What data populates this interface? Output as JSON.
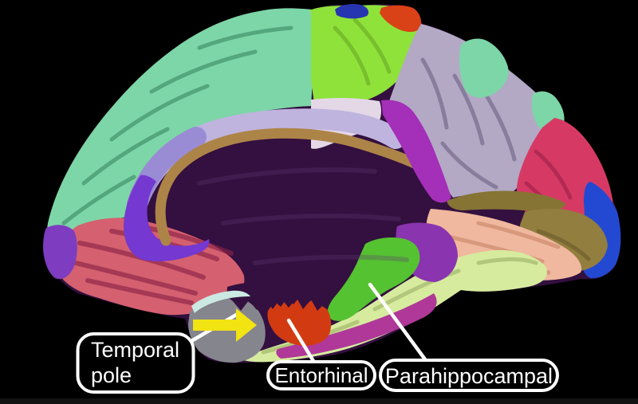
{
  "labels": {
    "temporal_pole": {
      "line1": "Temporal",
      "line2": "pole"
    },
    "entorhinal": "Entorhinal",
    "parahippocampal": "Parahippocampal"
  },
  "colors": {
    "background": "#000000",
    "bottom_bar": "#121212",
    "core_dark_purple": "#33103f",
    "mint": "#7dd6a7",
    "bright_green": "#8fe23a",
    "top_blue": "#2635b0",
    "top_red": "#d94116",
    "pale_pink": "#e4d8e7",
    "parietal_gray": "#b3a9c5",
    "cingulate_light": "#bfb4de",
    "cingulate_dark": "#9a8cd4",
    "violet_arc": "#7538d0",
    "callosum_tan": "#ad8448",
    "magenta_band": "#a42fb8",
    "crimson": "#d63a64",
    "occipital_blue": "#2349d2",
    "olive": "#857434",
    "khaki": "#927e3e",
    "salmon": "#f0b89e",
    "pale_green": "#d7eb9f",
    "rose": "#d5606f",
    "left_purple": "#7e3cc0",
    "isthmus_purple": "#8a34b0",
    "temporal_magenta": "#b03898",
    "parahippocampal_green": "#55c231",
    "entorhinal_red": "#d23b12",
    "pole_gray": "#85858d",
    "pale_cyan": "#cbe8e2",
    "arrow_yellow": "#f2e312",
    "label_stroke": "#ffffff",
    "label_text": "#ffffff"
  }
}
